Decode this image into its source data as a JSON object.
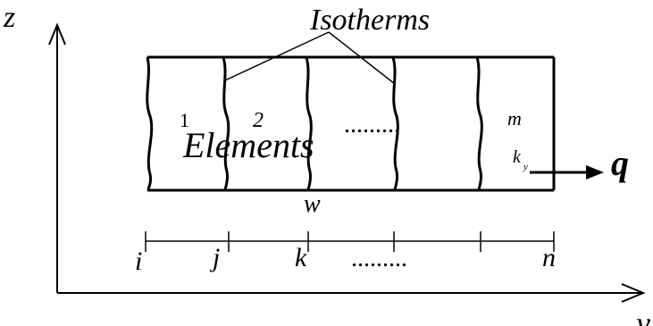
{
  "axes": {
    "z_label": "z",
    "y_label": "y"
  },
  "isotherms_label": "Isotherms",
  "elements_label": "Elements",
  "element_numbers": {
    "first": "1",
    "second": "2",
    "last": "m"
  },
  "width_label": "w",
  "conductivity_label": "k",
  "conductivity_subscript": "y",
  "heat_flux_label": "q",
  "node_labels": {
    "i": "i",
    "j": "j",
    "k": "k",
    "n": "n"
  },
  "ellipsis": "........."
}
